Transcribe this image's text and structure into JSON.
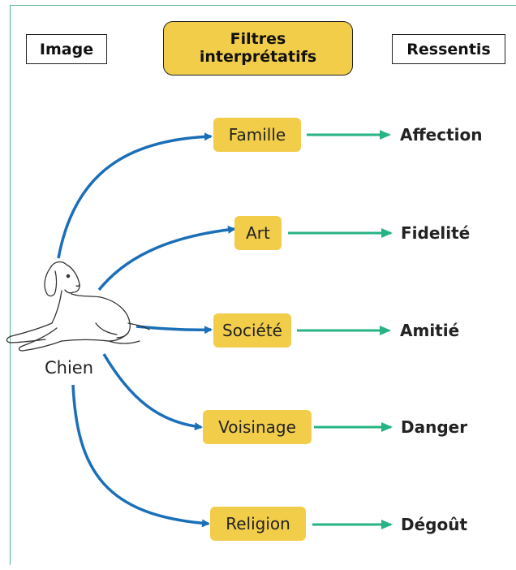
{
  "headers": {
    "image": "Image",
    "filters_line1": "Filtres",
    "filters_line2": "interprétatifs",
    "feelings": "Ressentis"
  },
  "subject": {
    "label": "Chien",
    "icon": "dog-icon"
  },
  "rows": [
    {
      "filter": "Famille",
      "feeling": "Affection"
    },
    {
      "filter": "Art",
      "feeling": "Fidelité"
    },
    {
      "filter": "Société",
      "feeling": "Amitié"
    },
    {
      "filter": "Voisinage",
      "feeling": "Danger"
    },
    {
      "filter": "Religion",
      "feeling": "Dégoût"
    }
  ],
  "colors": {
    "filter_fill": "#f2cd4a",
    "blue_arrow": "#1a6fb8",
    "green_arrow": "#27b382",
    "frame": "#4fb58d"
  }
}
